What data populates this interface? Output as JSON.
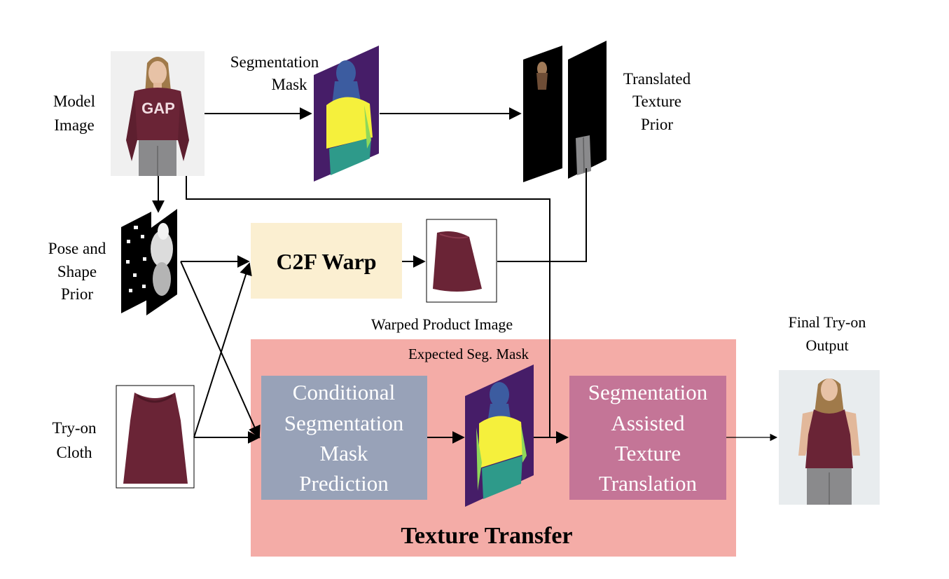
{
  "labels": {
    "model_image": [
      "Model",
      "Image"
    ],
    "segmentation_mask": [
      "Segmentation",
      "Mask"
    ],
    "translated_texture_prior": [
      "Translated",
      "Texture",
      "Prior"
    ],
    "pose_shape_prior": [
      "Pose and",
      "Shape",
      "Prior"
    ],
    "warped_product_image": "Warped Product Image",
    "try_on_cloth": [
      "Try-on",
      "Cloth"
    ],
    "expected_seg_mask": "Expected Seg. Mask",
    "final_output": [
      "Final Try-on",
      "Output"
    ]
  },
  "blocks": {
    "c2f_warp": "C2F Warp",
    "cond_seg": [
      "Conditional",
      "Segmentation",
      "Mask",
      "Prediction"
    ],
    "seg_assisted": [
      "Segmentation",
      "Assisted",
      "Texture",
      "Translation"
    ],
    "texture_transfer": "Texture Transfer",
    "gap_logo": "GAP"
  },
  "colors": {
    "c2f_fill": "#fbefd1",
    "texture_transfer_fill": "#f4aca7",
    "cond_seg_fill": "#98a2b8",
    "seg_assisted_fill": "#c47597",
    "mask_purple": "#461d68",
    "mask_yellow": "#f5f03c",
    "mask_teal": "#2e9a8a",
    "mask_blue": "#3c5ca0",
    "garment_maroon": "#6a2436"
  }
}
